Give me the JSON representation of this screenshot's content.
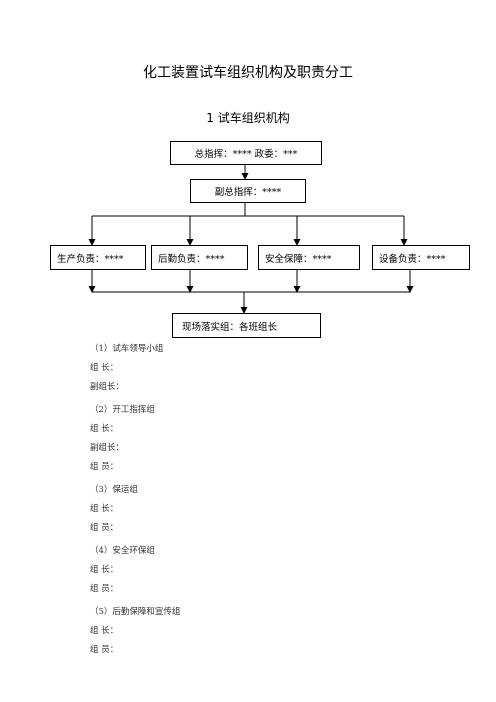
{
  "document": {
    "title": "化工装置试车组织机构及职责分工",
    "section_heading": "1  试车组织机构"
  },
  "org_chart": {
    "top": "总指挥：****  政委：***",
    "deputy": "副总指挥：****",
    "departments": [
      "生产负责：****",
      "后勤负责：****",
      "安全保障：****",
      "设备负责：****"
    ],
    "field": "现场落实组：各班组长"
  },
  "groups": [
    {
      "heading": "（1）试车领导小组",
      "roles": [
        "组    长：",
        "副组长："
      ]
    },
    {
      "heading": "（2）开工指挥组",
      "roles": [
        "组    长：",
        "副组长：",
        "组    员："
      ]
    },
    {
      "heading": "（3）保运组",
      "roles": [
        "组    长：",
        "组    员："
      ]
    },
    {
      "heading": "（4）安全环保组",
      "roles": [
        "组    长：",
        "组    员："
      ]
    },
    {
      "heading": "（5）后勤保障和宣传组",
      "roles": [
        "组    长：",
        "组    员："
      ]
    }
  ]
}
